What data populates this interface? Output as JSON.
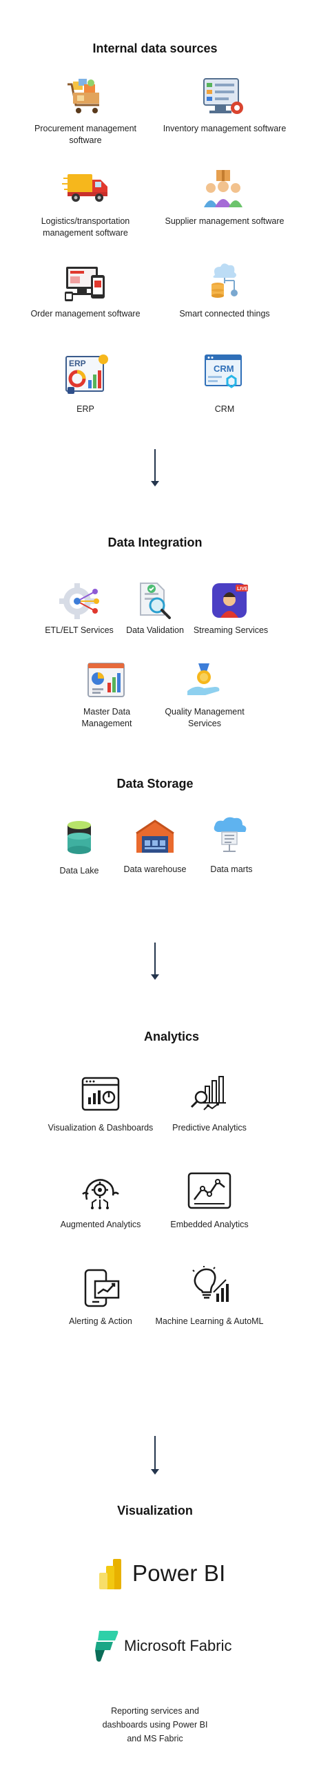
{
  "sections": {
    "internal": {
      "title": "Internal data sources",
      "items": [
        {
          "label": "Procurement management software",
          "icon": "shopping-cart-icon"
        },
        {
          "label": "Inventory management software",
          "icon": "inventory-gear-icon"
        },
        {
          "label": "Logistics/transportation management software",
          "icon": "delivery-truck-icon"
        },
        {
          "label": "Supplier management software",
          "icon": "supplier-people-icon"
        },
        {
          "label": "Order management software",
          "icon": "devices-cart-icon"
        },
        {
          "label": "Smart connected things",
          "icon": "cloud-database-icon"
        },
        {
          "label": "ERP",
          "icon": "erp-dashboard-icon"
        },
        {
          "label": "CRM",
          "icon": "crm-window-icon"
        }
      ]
    },
    "integration": {
      "title": "Data Integration",
      "items": [
        {
          "label": "ETL/ELT Services",
          "icon": "etl-gear-icon"
        },
        {
          "label": "Data Validation",
          "icon": "document-magnifier-icon"
        },
        {
          "label": "Streaming Services",
          "icon": "live-streaming-icon"
        },
        {
          "label": "Master Data Management",
          "icon": "mdm-charts-icon"
        },
        {
          "label": "Quality Management Services",
          "icon": "quality-medal-hand-icon"
        }
      ]
    },
    "storage": {
      "title": "Data Storage",
      "items": [
        {
          "label": "Data Lake",
          "icon": "data-lake-cylinder-icon"
        },
        {
          "label": "Data warehouse",
          "icon": "warehouse-icon"
        },
        {
          "label": "Data marts",
          "icon": "cloud-server-icon"
        }
      ]
    },
    "analytics": {
      "title": "Analytics",
      "items": [
        {
          "label": "Visualization & Dashboards",
          "icon": "dashboard-window-icon"
        },
        {
          "label": "Predictive Analytics",
          "icon": "predictive-chart-icon"
        },
        {
          "label": "Augmented Analytics",
          "icon": "augmented-head-gear-icon"
        },
        {
          "label": "Embedded Analytics",
          "icon": "embedded-line-chart-icon"
        },
        {
          "label": "Alerting & Action",
          "icon": "phone-chart-icon"
        },
        {
          "label": "Machine Learning & AutoML",
          "icon": "lightbulb-chart-icon"
        }
      ]
    },
    "visualization": {
      "title": "Visualization",
      "powerbi": "Power BI",
      "fabric": "Microsoft Fabric",
      "caption": "Reporting services and dashboards using Power BI and MS Fabric"
    }
  },
  "colors": {
    "heading": "#141414",
    "arrow": "#24354d",
    "powerbi_yellow": "#f2c811",
    "fabric_green": "#1aa685"
  }
}
